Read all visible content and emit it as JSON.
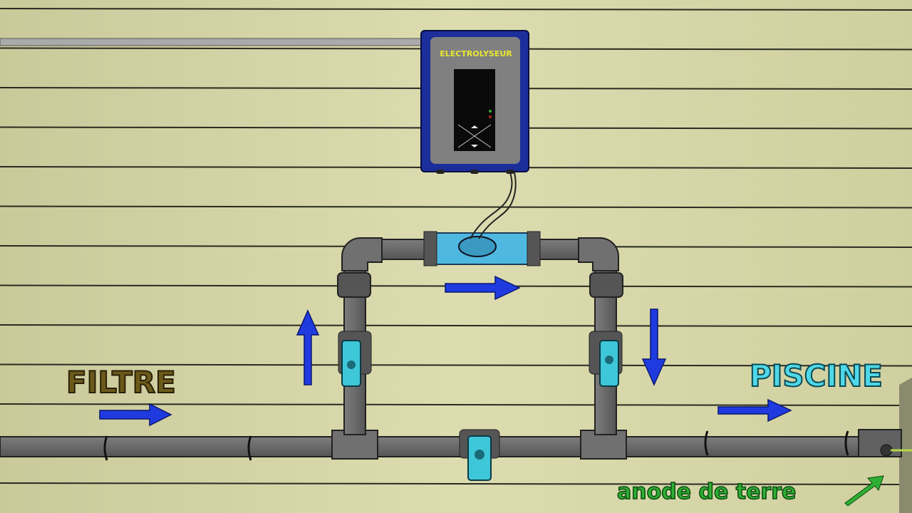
{
  "device": {
    "title": "ELECTROLYSEUR"
  },
  "labels": {
    "filter": "FILTRE",
    "pool": "PISCINE",
    "ground_anode": "anode de terre"
  },
  "colors": {
    "wall": "#d4d4a6",
    "pipe": "#6e6e6e",
    "arrow_flow": "#1f3be0",
    "cell": "#4fb8e0",
    "valve": "#3ec7d8",
    "device_frame": "#1c2e9a",
    "filter_label": "#6b5a1a",
    "pool_label": "#4fd8e8",
    "anode_label": "#2fae34"
  }
}
